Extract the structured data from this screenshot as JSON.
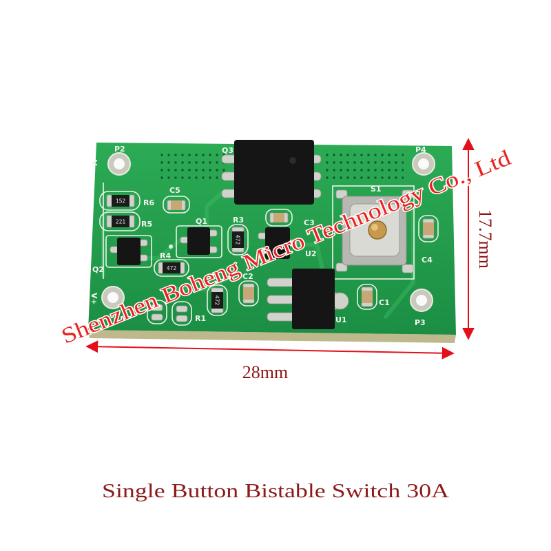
{
  "caption": "Single Button Bistable Switch 30A",
  "dimensions": {
    "width": "28mm",
    "height": "17.7mm"
  },
  "watermark": "Shenzhen Boheng Micro Technology Co., Ltd",
  "pcb": {
    "silkscreen": {
      "p2": "P2",
      "q3": "Q3",
      "p4": "P4",
      "s1": "S1",
      "c5": "C5",
      "r6": "R6",
      "r5": "R5",
      "q1": "Q1",
      "r3": "R3",
      "c3": "C3",
      "c4": "C4",
      "u2": "U2",
      "q2": "Q2",
      "r4": "R4",
      "c2": "C2",
      "c1": "C1",
      "r1": "R1",
      "u1": "U1",
      "p3": "P3",
      "v_minus": "V-",
      "v_plus": "V+"
    },
    "markings": {
      "r6": "152",
      "r5": "221",
      "r3": "472",
      "r4": "472",
      "r1": "472"
    }
  },
  "colors": {
    "board": "#1f9a4a",
    "annotation": "#e3101a",
    "text": "#8b1a1a",
    "watermark": "#e8231e"
  }
}
